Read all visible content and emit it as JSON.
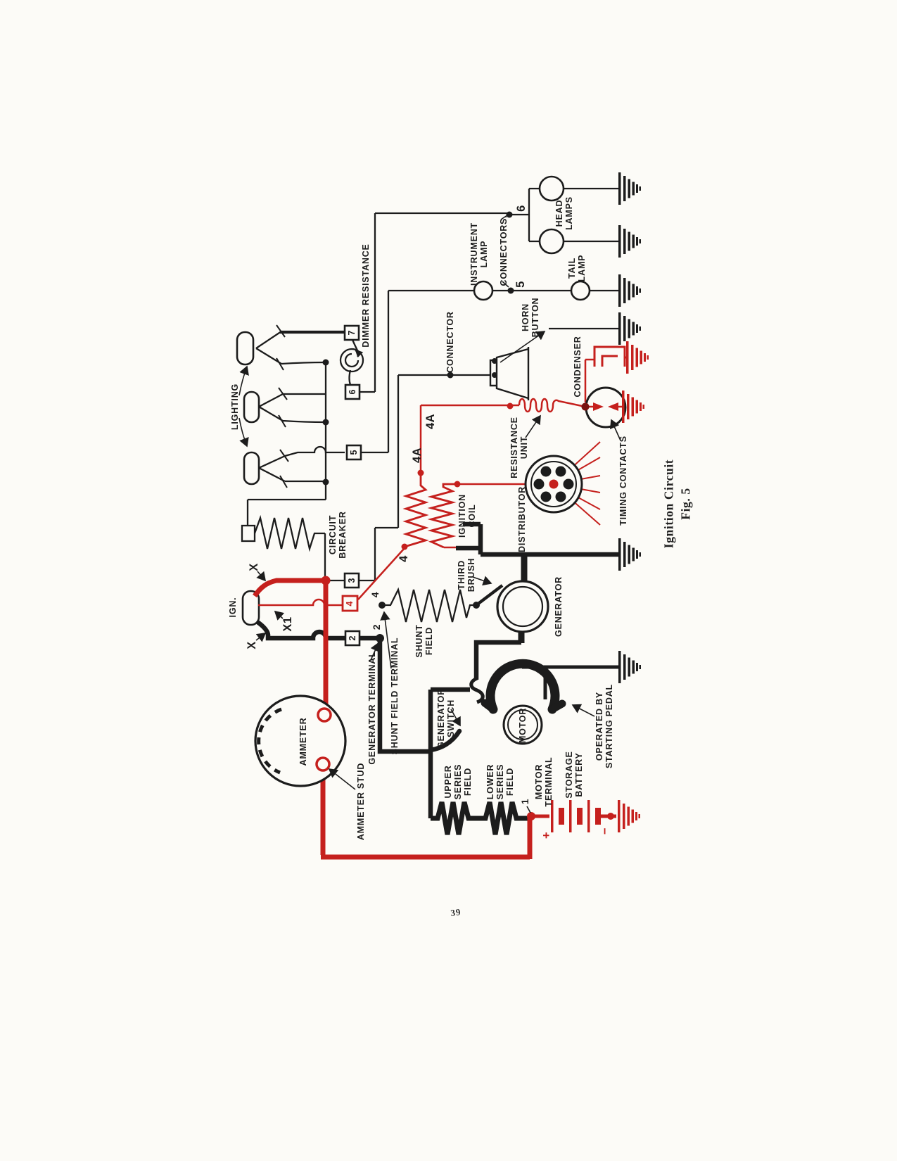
{
  "caption": {
    "title": "Ignition Circuit",
    "fig": "Fig. 5"
  },
  "page_number": "39",
  "colors": {
    "wire_black": "#1c1c1c",
    "wire_red": "#c5201d",
    "paper": "#fcfbf7"
  },
  "labels": {
    "dimmer_resistance": "DIMMER RESISTANCE",
    "lighting": "LIGHTING",
    "instrument_lamp": "INSTRUMENT\nLAMP",
    "connectors": "CONNECTORS.",
    "head_lamps": "HEAD\nLAMPS",
    "tail_lamp": "TAIL\nLAMP",
    "horn_button": "HORN\nBUTTON",
    "connector": "CONNECTOR",
    "condenser": "CONDENSER",
    "resistance_unit": "RESISTANCE\nUNIT",
    "timing_contacts": "TIMING CONTACTS",
    "distributor": "DISTRIBUTOR",
    "circuit_breaker": "CIRCUIT\nBREAKER",
    "ign": "IGN.",
    "ignition_coil": "IGNITION\nCOIL",
    "shunt_field": "SHUNT\nFIELD",
    "third_brush": "THIRD\nBRUSH",
    "generator": "GENERATOR",
    "generator_terminal": "GENERATOR TERMINAL",
    "shunt_field_terminal": "SHUNT FIELD TERMINAL",
    "ammeter": "AMMETER",
    "ammeter_stud": "AMMETER STUD",
    "generator_switch": "GENERATOR\nSWITCH",
    "motor": "MOTOR",
    "operated_by": "OPERATED BY\nSTARTING PEDAL",
    "upper_series_field": "UPPER\nSERIES\nFIELD",
    "lower_series_field": "LOWER\nSERIES\nFIELD",
    "motor_terminal": "MOTOR\nTERMINAL",
    "storage_battery": "STORAGE\nBATTERY"
  },
  "terminals": {
    "t7": "7",
    "t6": "6",
    "t5": "5",
    "t3": "3",
    "t4": "4",
    "t2": "2"
  },
  "wire_markers": {
    "x_top": "X",
    "x1": "X1",
    "x_bottom": "X",
    "n4_big": "4",
    "n4a_a": "4A",
    "n4a_b": "4A",
    "n4_small": "4",
    "n2_small": "2",
    "n6": "6",
    "n5": "5",
    "n1": "1",
    "plus": "+",
    "minus": "−"
  }
}
